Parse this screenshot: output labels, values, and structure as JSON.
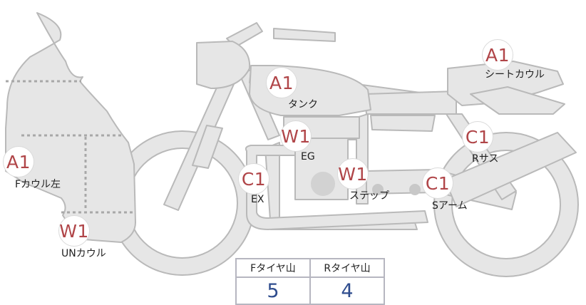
{
  "parts": [
    {
      "id": "f-cowl-left",
      "grade": "A1",
      "label": "Fカウル左"
    },
    {
      "id": "un-cowl",
      "grade": "W1",
      "label": "UNカウル"
    },
    {
      "id": "tank",
      "grade": "A1",
      "label": "タンク"
    },
    {
      "id": "engine",
      "grade": "W1",
      "label": "EG"
    },
    {
      "id": "exhaust",
      "grade": "C1",
      "label": "EX"
    },
    {
      "id": "step",
      "grade": "W1",
      "label": "ステップ"
    },
    {
      "id": "seat-cowl",
      "grade": "A1",
      "label": "シートカウル"
    },
    {
      "id": "rear-suspension",
      "grade": "C1",
      "label": "Rサス"
    },
    {
      "id": "swingarm",
      "grade": "C1",
      "label": "Sアーム"
    }
  ],
  "tread": {
    "front_header": "Fタイヤ山",
    "rear_header": "Rタイヤ山",
    "front_value": "5",
    "rear_value": "4"
  },
  "colors": {
    "grade_text": "#b04548",
    "value_text": "#2f4d8e",
    "part_fill": "#e6e6e6",
    "part_stroke": "#b9b9b9"
  }
}
